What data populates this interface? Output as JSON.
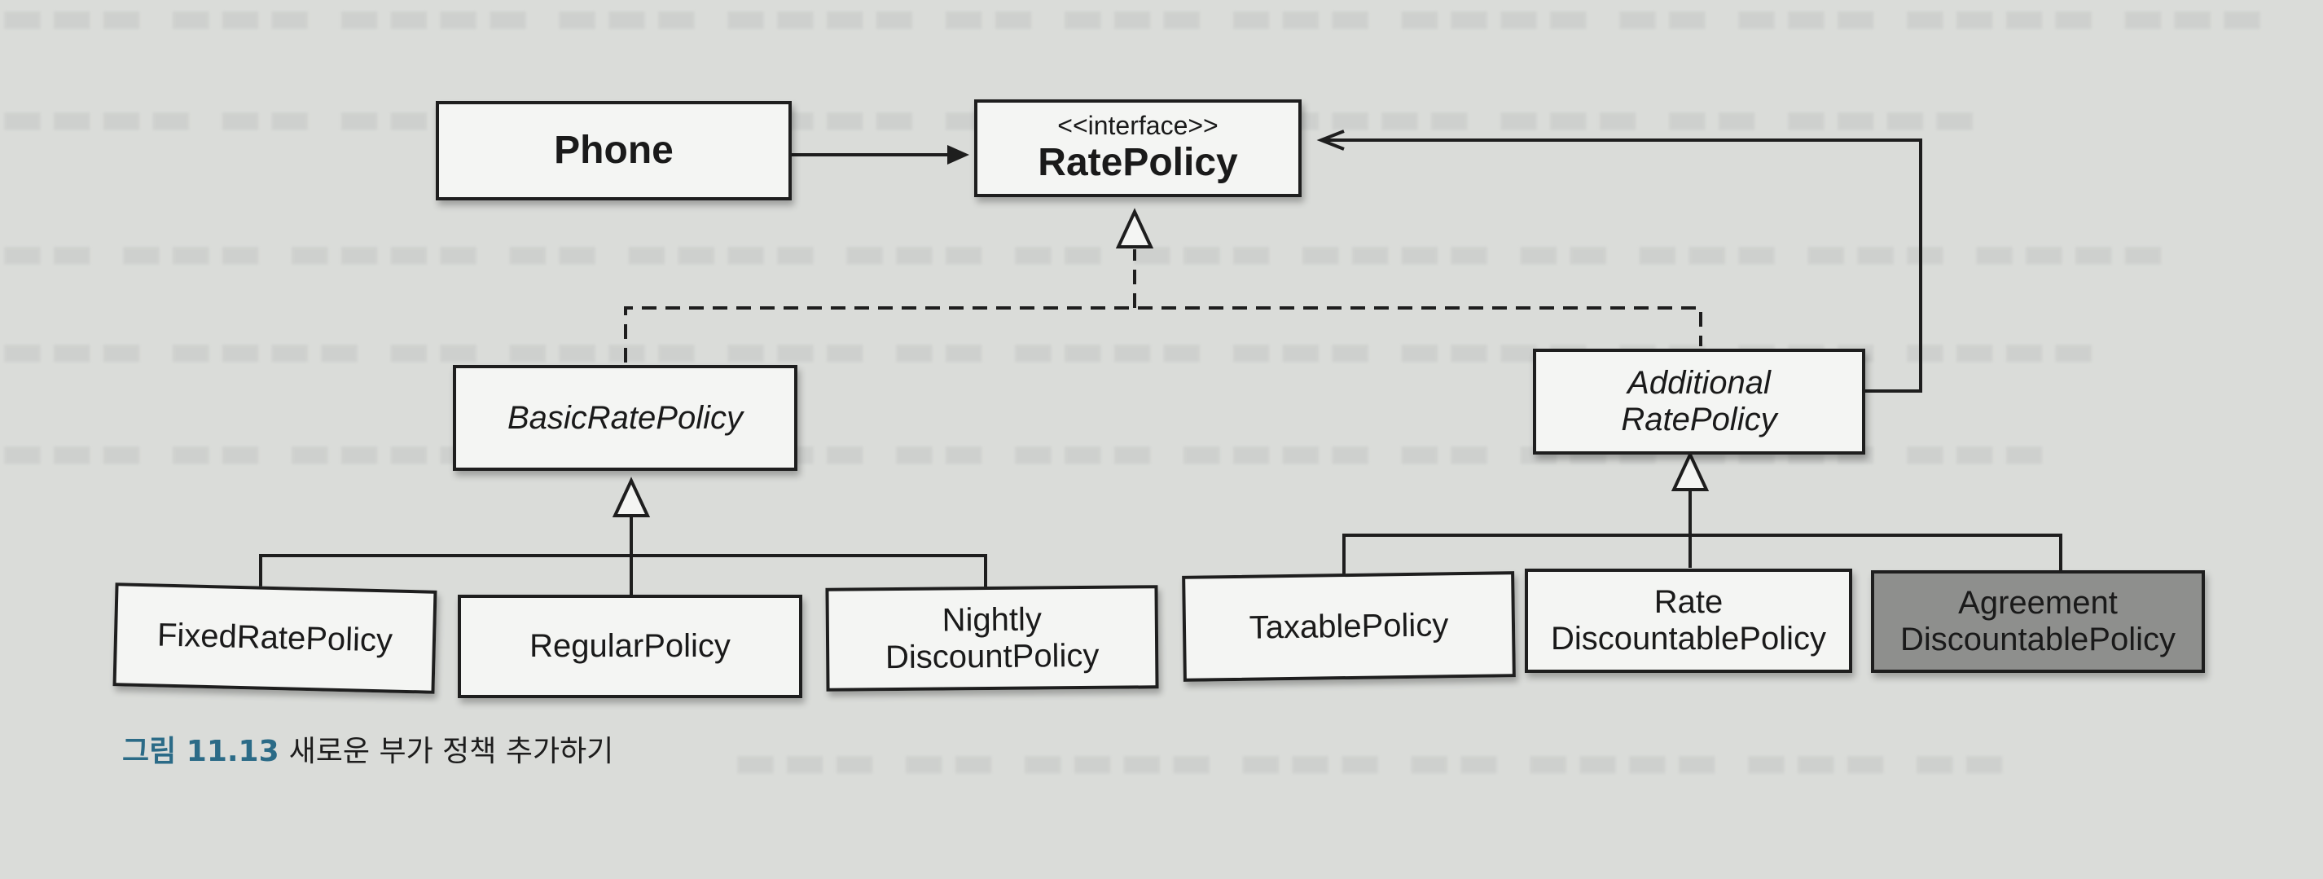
{
  "diagram": {
    "phone": {
      "name": "Phone"
    },
    "rate_policy": {
      "stereotype": "<<interface>>",
      "name": "RatePolicy"
    },
    "basic_rate_policy": {
      "name": "BasicRatePolicy"
    },
    "additional_rate_policy": {
      "name_line1": "Additional",
      "name_line2": "RatePolicy"
    },
    "fixed_rate_policy": {
      "name": "FixedRatePolicy"
    },
    "regular_policy": {
      "name": "RegularPolicy"
    },
    "nightly_discount_policy": {
      "name_line1": "Nightly",
      "name_line2": "DiscountPolicy"
    },
    "taxable_policy": {
      "name": "TaxablePolicy"
    },
    "rate_discountable_policy": {
      "name_line1": "Rate",
      "name_line2": "DiscountablePolicy"
    },
    "agreement_discountable_policy": {
      "name_line1": "Agreement",
      "name_line2": "DiscountablePolicy"
    }
  },
  "caption": {
    "number": "그림 11.13",
    "text": "새로운 부가 정책 추가하기"
  },
  "colors": {
    "page": "#dadcd9",
    "box_fill": "#f4f5f3",
    "box_fill_dark": "#8e8f8d",
    "line": "#1e1e1e",
    "caption_number": "#2b6b87"
  }
}
